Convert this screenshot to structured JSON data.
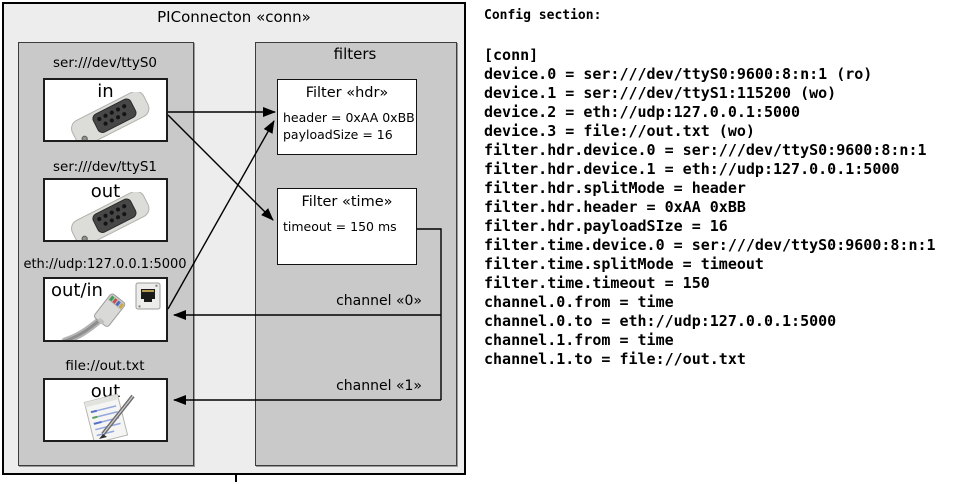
{
  "diagram": {
    "title": "PIConnecton «conn»",
    "devices_group": {
      "devices": [
        {
          "label": "ser:///dev/ttyS0",
          "direction": "in",
          "icon": "serial-connector"
        },
        {
          "label": "ser:///dev/ttyS1",
          "direction": "out",
          "icon": "serial-connector"
        },
        {
          "label": "eth://udp:127.0.0.1:5000",
          "direction": "out/in",
          "icon": "ethernet-jack-and-plug"
        },
        {
          "label": "file://out.txt",
          "direction": "out",
          "icon": "notepad"
        }
      ]
    },
    "filters_group": {
      "label": "filters",
      "filters": [
        {
          "title": "Filter «hdr»",
          "attributes": [
            "header = 0xAA 0xBB",
            "payloadSize = 16"
          ]
        },
        {
          "title": "Filter «time»",
          "attributes": [
            "timeout = 150 ms"
          ]
        }
      ]
    },
    "channels": [
      {
        "label": "channel «0»"
      },
      {
        "label": "channel «1»"
      }
    ],
    "colors": {
      "outer_fill": "#ededed",
      "group_fill": "#c9c9c9",
      "box_fill": "#ffffff",
      "line": "#000000"
    }
  },
  "config": {
    "heading": "Config section:",
    "lines": [
      "[conn]",
      "device.0 = ser:///dev/ttyS0:9600:8:n:1 (ro)",
      "device.1 = ser:///dev/ttyS1:115200 (wo)",
      "device.2 = eth://udp:127.0.0.1:5000",
      "device.3 = file://out.txt (wo)",
      "filter.hdr.device.0 = ser:///dev/ttyS0:9600:8:n:1",
      "filter.hdr.device.1 = eth://udp:127.0.0.1:5000",
      "filter.hdr.splitMode = header",
      "filter.hdr.header = 0xAA 0xBB",
      "filter.hdr.payloadSIze = 16",
      "filter.time.device.0 = ser:///dev/ttyS0:9600:8:n:1",
      "filter.time.splitMode = timeout",
      "filter.time.timeout = 150",
      "channel.0.from = time",
      "channel.0.to = eth://udp:127.0.0.1:5000",
      "channel.1.from = time",
      "channel.1.to = file://out.txt"
    ]
  }
}
